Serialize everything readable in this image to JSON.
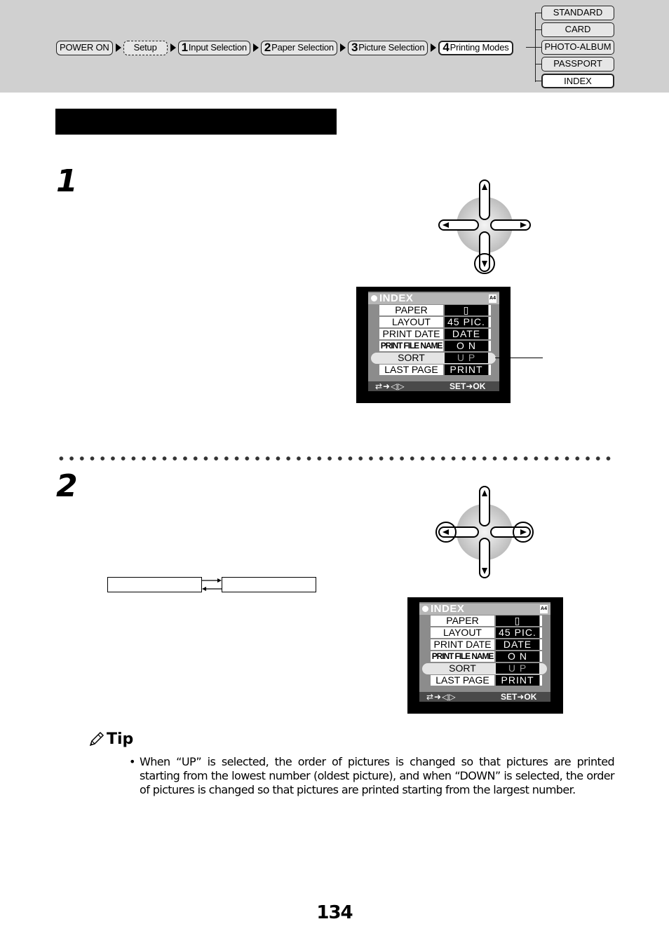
{
  "breadcrumb": {
    "items": [
      {
        "num": "",
        "label": "POWER ON"
      },
      {
        "num": "",
        "label": "Setup"
      },
      {
        "num": "1",
        "label": "Input Selection"
      },
      {
        "num": "2",
        "label": "Paper Selection"
      },
      {
        "num": "3",
        "label": "Picture Selection"
      },
      {
        "num": "4",
        "label": "Printing Modes"
      }
    ]
  },
  "modes": {
    "items": [
      "STANDARD",
      "CARD",
      "PHOTO-ALBUM",
      "PASSPORT",
      "INDEX"
    ],
    "selected": "INDEX"
  },
  "steps": [
    "1",
    "2"
  ],
  "lcd": {
    "title": "INDEX",
    "paper_icon": "A4",
    "rows": [
      {
        "label": "PAPER",
        "value": "▯"
      },
      {
        "label": "LAYOUT",
        "value": "45 PIC."
      },
      {
        "label": "PRINT DATE",
        "value": "DATE"
      },
      {
        "label": "PRINT FILE NAME",
        "value": "O N"
      },
      {
        "label": "SORT",
        "value": "U P"
      },
      {
        "label": "LAST PAGE",
        "value": "PRINT"
      }
    ],
    "footer_left": "⇄➜◁▷",
    "footer_right": "SET➜OK"
  },
  "tip": {
    "label": "Tip",
    "bullet": "•",
    "text": "When “UP” is selected, the order of pictures is changed so that pictures are printed starting from the lowest number (oldest picture), and when “DOWN” is selected, the order of pictures is changed so that pictures are printed starting from the largest number."
  },
  "page_number": "134",
  "colors": {
    "header_band": "#d0d0d0",
    "title_bar": "#000000",
    "lcd_frame": "#000000"
  }
}
